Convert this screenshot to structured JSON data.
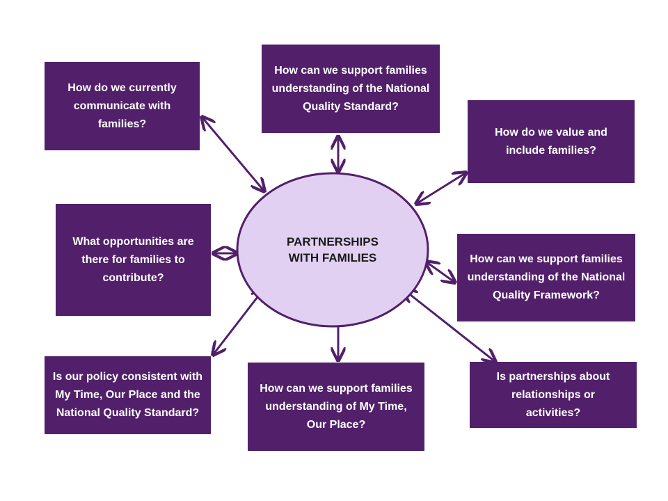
{
  "center": {
    "line1": "PARTNERSHIPS",
    "line2": "WITH FAMILIES"
  },
  "boxes": {
    "communicate": "How do we currently communicate with families?",
    "nqs_top": "How can we support families understanding of the National Quality Standard?",
    "value_include": "How do we value and include families?",
    "opportunities": "What opportunities are there for families to contribute?",
    "nqf": "How can we support families understanding of the National Quality Framework?",
    "policy": "Is our policy consistent with My Time, Our Place and the National Quality Standard?",
    "mtop": "How can we support families understanding of My Time, Our Place?",
    "relationships": "Is partnerships about relationships or activities?"
  },
  "colors": {
    "box_fill": "#52206a",
    "box_text": "#ffffff",
    "ellipse_fill": "#e2d0f2",
    "ellipse_stroke": "#52206a",
    "arrow": "#52206a"
  }
}
